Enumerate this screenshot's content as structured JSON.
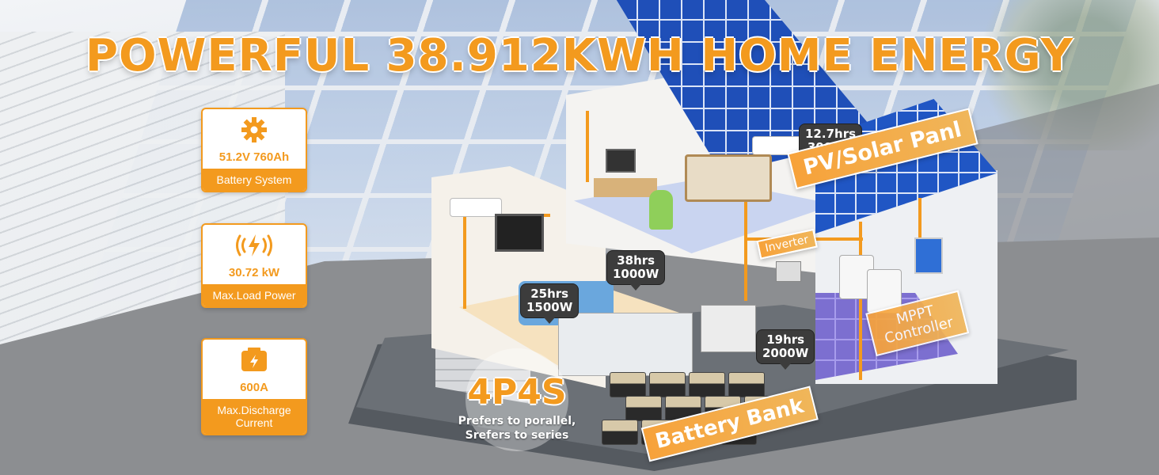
{
  "headline": "POWERFUL 38.912KWH HOME ENERGY",
  "specs": [
    {
      "icon": "gear-icon",
      "value": "51.2V 760Ah",
      "caption": "Battery System"
    },
    {
      "icon": "power-wave-icon",
      "value": "30.72 kW",
      "caption": "Max.Load Power"
    },
    {
      "icon": "battery-bolt-icon",
      "value": "600A",
      "caption_line1": "Max.Discharge",
      "caption_line2": "Current"
    }
  ],
  "callouts": {
    "ac_upstairs": {
      "hours": "12.7hrs",
      "watts": "3000W"
    },
    "fridge": {
      "hours": "38hrs",
      "watts": "1000W"
    },
    "microwave": {
      "hours": "25hrs",
      "watts": "1500W"
    },
    "stove": {
      "hours": "19hrs",
      "watts": "2000W"
    }
  },
  "labels": {
    "solar": "PV/Solar Panl",
    "inverter": "Inverter",
    "mppt_line1": "MPPT",
    "mppt_line2": "Controller",
    "battery_bank": "Battery Bank"
  },
  "config": {
    "main": "4P4S",
    "line1": "Prefers to porallel,",
    "line2": "Srefers to series"
  },
  "colors": {
    "accent": "#f39a1e",
    "panel_blue": "#1f4fb8",
    "callout_bg": "#3c3c3c"
  }
}
